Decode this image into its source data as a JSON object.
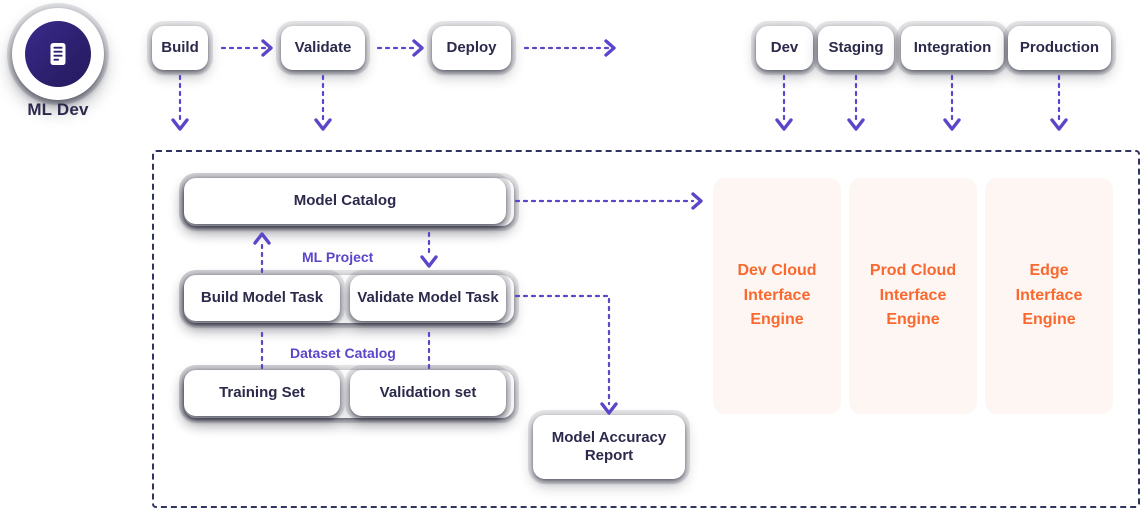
{
  "diagram": {
    "title": "ML Dev",
    "colors": {
      "accent_purple": "#5b45c8",
      "node_text": "#2b2a4c",
      "engine_orange": "#f9692f",
      "engine_bg": "#fdf6f3",
      "dashed_border": "#2f3560",
      "badge_fill": "#2d2070"
    },
    "badge": {
      "label": "ML Dev",
      "icon": "server-document-icon"
    },
    "pipeline": [
      {
        "id": "build",
        "label": "Build"
      },
      {
        "id": "validate",
        "label": "Validate"
      },
      {
        "id": "deploy",
        "label": "Deploy"
      }
    ],
    "environments": [
      {
        "id": "dev",
        "label": "Dev"
      },
      {
        "id": "staging",
        "label": "Staging"
      },
      {
        "id": "integration",
        "label": "Integration"
      },
      {
        "id": "production",
        "label": "Production"
      }
    ],
    "ml_project": {
      "annotation": "ML Project",
      "catalog": {
        "label": "Model Catalog"
      },
      "tasks": [
        {
          "id": "build-model-task",
          "label": "Build Model Task"
        },
        {
          "id": "validate-model-task",
          "label": "Validate Model Task"
        }
      ]
    },
    "dataset_catalog": {
      "annotation": "Dataset Catalog",
      "datasets": [
        {
          "id": "training-set",
          "label": "Training Set"
        },
        {
          "id": "validation-set",
          "label": "Validation set"
        }
      ]
    },
    "report": {
      "line1": "Model Accuracy",
      "line2": "Report"
    },
    "engines": [
      {
        "id": "dev-cloud",
        "line1": "Dev Cloud",
        "line2": "Interface",
        "line3": "Engine"
      },
      {
        "id": "prod-cloud",
        "line1": "Prod Cloud",
        "line2": "Interface",
        "line3": "Engine"
      },
      {
        "id": "edge",
        "line1": "Edge",
        "line2": "Interface",
        "line3": "Engine"
      }
    ]
  }
}
